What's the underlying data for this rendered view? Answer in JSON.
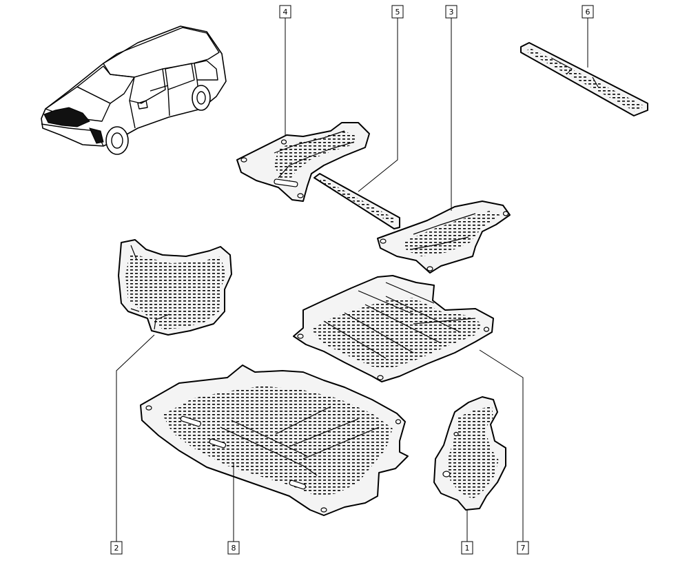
{
  "diagram": {
    "callouts": [
      {
        "id": "c1",
        "label": "1"
      },
      {
        "id": "c2",
        "label": "2"
      },
      {
        "id": "c3",
        "label": "3"
      },
      {
        "id": "c4",
        "label": "4"
      },
      {
        "id": "c5",
        "label": "5"
      },
      {
        "id": "c6",
        "label": "6"
      },
      {
        "id": "c7",
        "label": "7"
      },
      {
        "id": "c8",
        "label": "8"
      }
    ]
  },
  "colors": {
    "line": "#000000",
    "background": "#ffffff",
    "part_fill": "#f4f4f4"
  }
}
